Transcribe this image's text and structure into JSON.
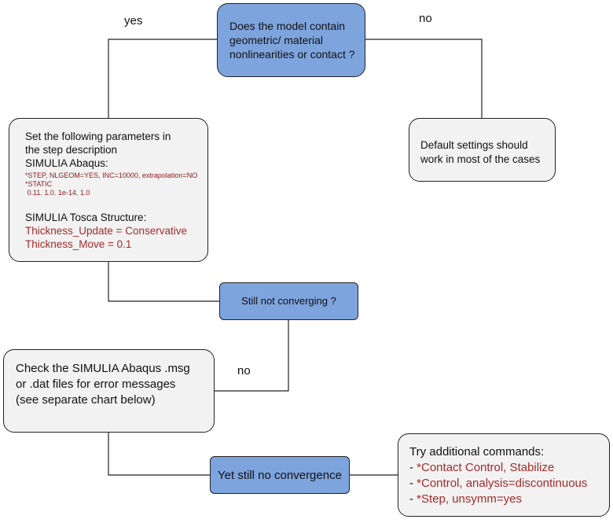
{
  "edge_labels": {
    "yes_top": "yes",
    "no_top": "no",
    "no_mid": "no"
  },
  "q1": {
    "lines": [
      "Does the model contain",
      "geometric/ material",
      "nonlinearities or contact ?"
    ]
  },
  "box_set": {
    "intro": [
      "Set the following parameters in",
      "the step description"
    ],
    "abaqus_title": "SIMULIA Abaqus:",
    "abaqus_lines": [
      "*STEP, NLGEOM=YES, INC=10000, extrapolation=NO",
      "*STATIC",
      " 0.11. 1.0. 1e-14, 1.0"
    ],
    "tosca_title": "SIMULIA Tosca Structure:",
    "tosca_lines": [
      "Thickness_Update = Conservative",
      "Thickness_Move = 0.1"
    ]
  },
  "box_default": {
    "lines": [
      "Default settings should",
      "work in most of the cases"
    ]
  },
  "q2": {
    "label": "Still not converging ?"
  },
  "box_check": {
    "lines": [
      "Check the SIMULIA Abaqus .msg",
      "or .dat files for error messages",
      "(see separate chart below)"
    ]
  },
  "q3": {
    "label": "Yet still no convergence"
  },
  "box_try": {
    "title": "Try additional commands:",
    "items": [
      {
        "dash": "- ",
        "cmd": "*Contact Control, Stabilize"
      },
      {
        "dash": "- ",
        "cmd": "*Control, analysis=discontinuous"
      },
      {
        "dash": "- ",
        "cmd": "*Step, unsymm=yes"
      }
    ]
  }
}
